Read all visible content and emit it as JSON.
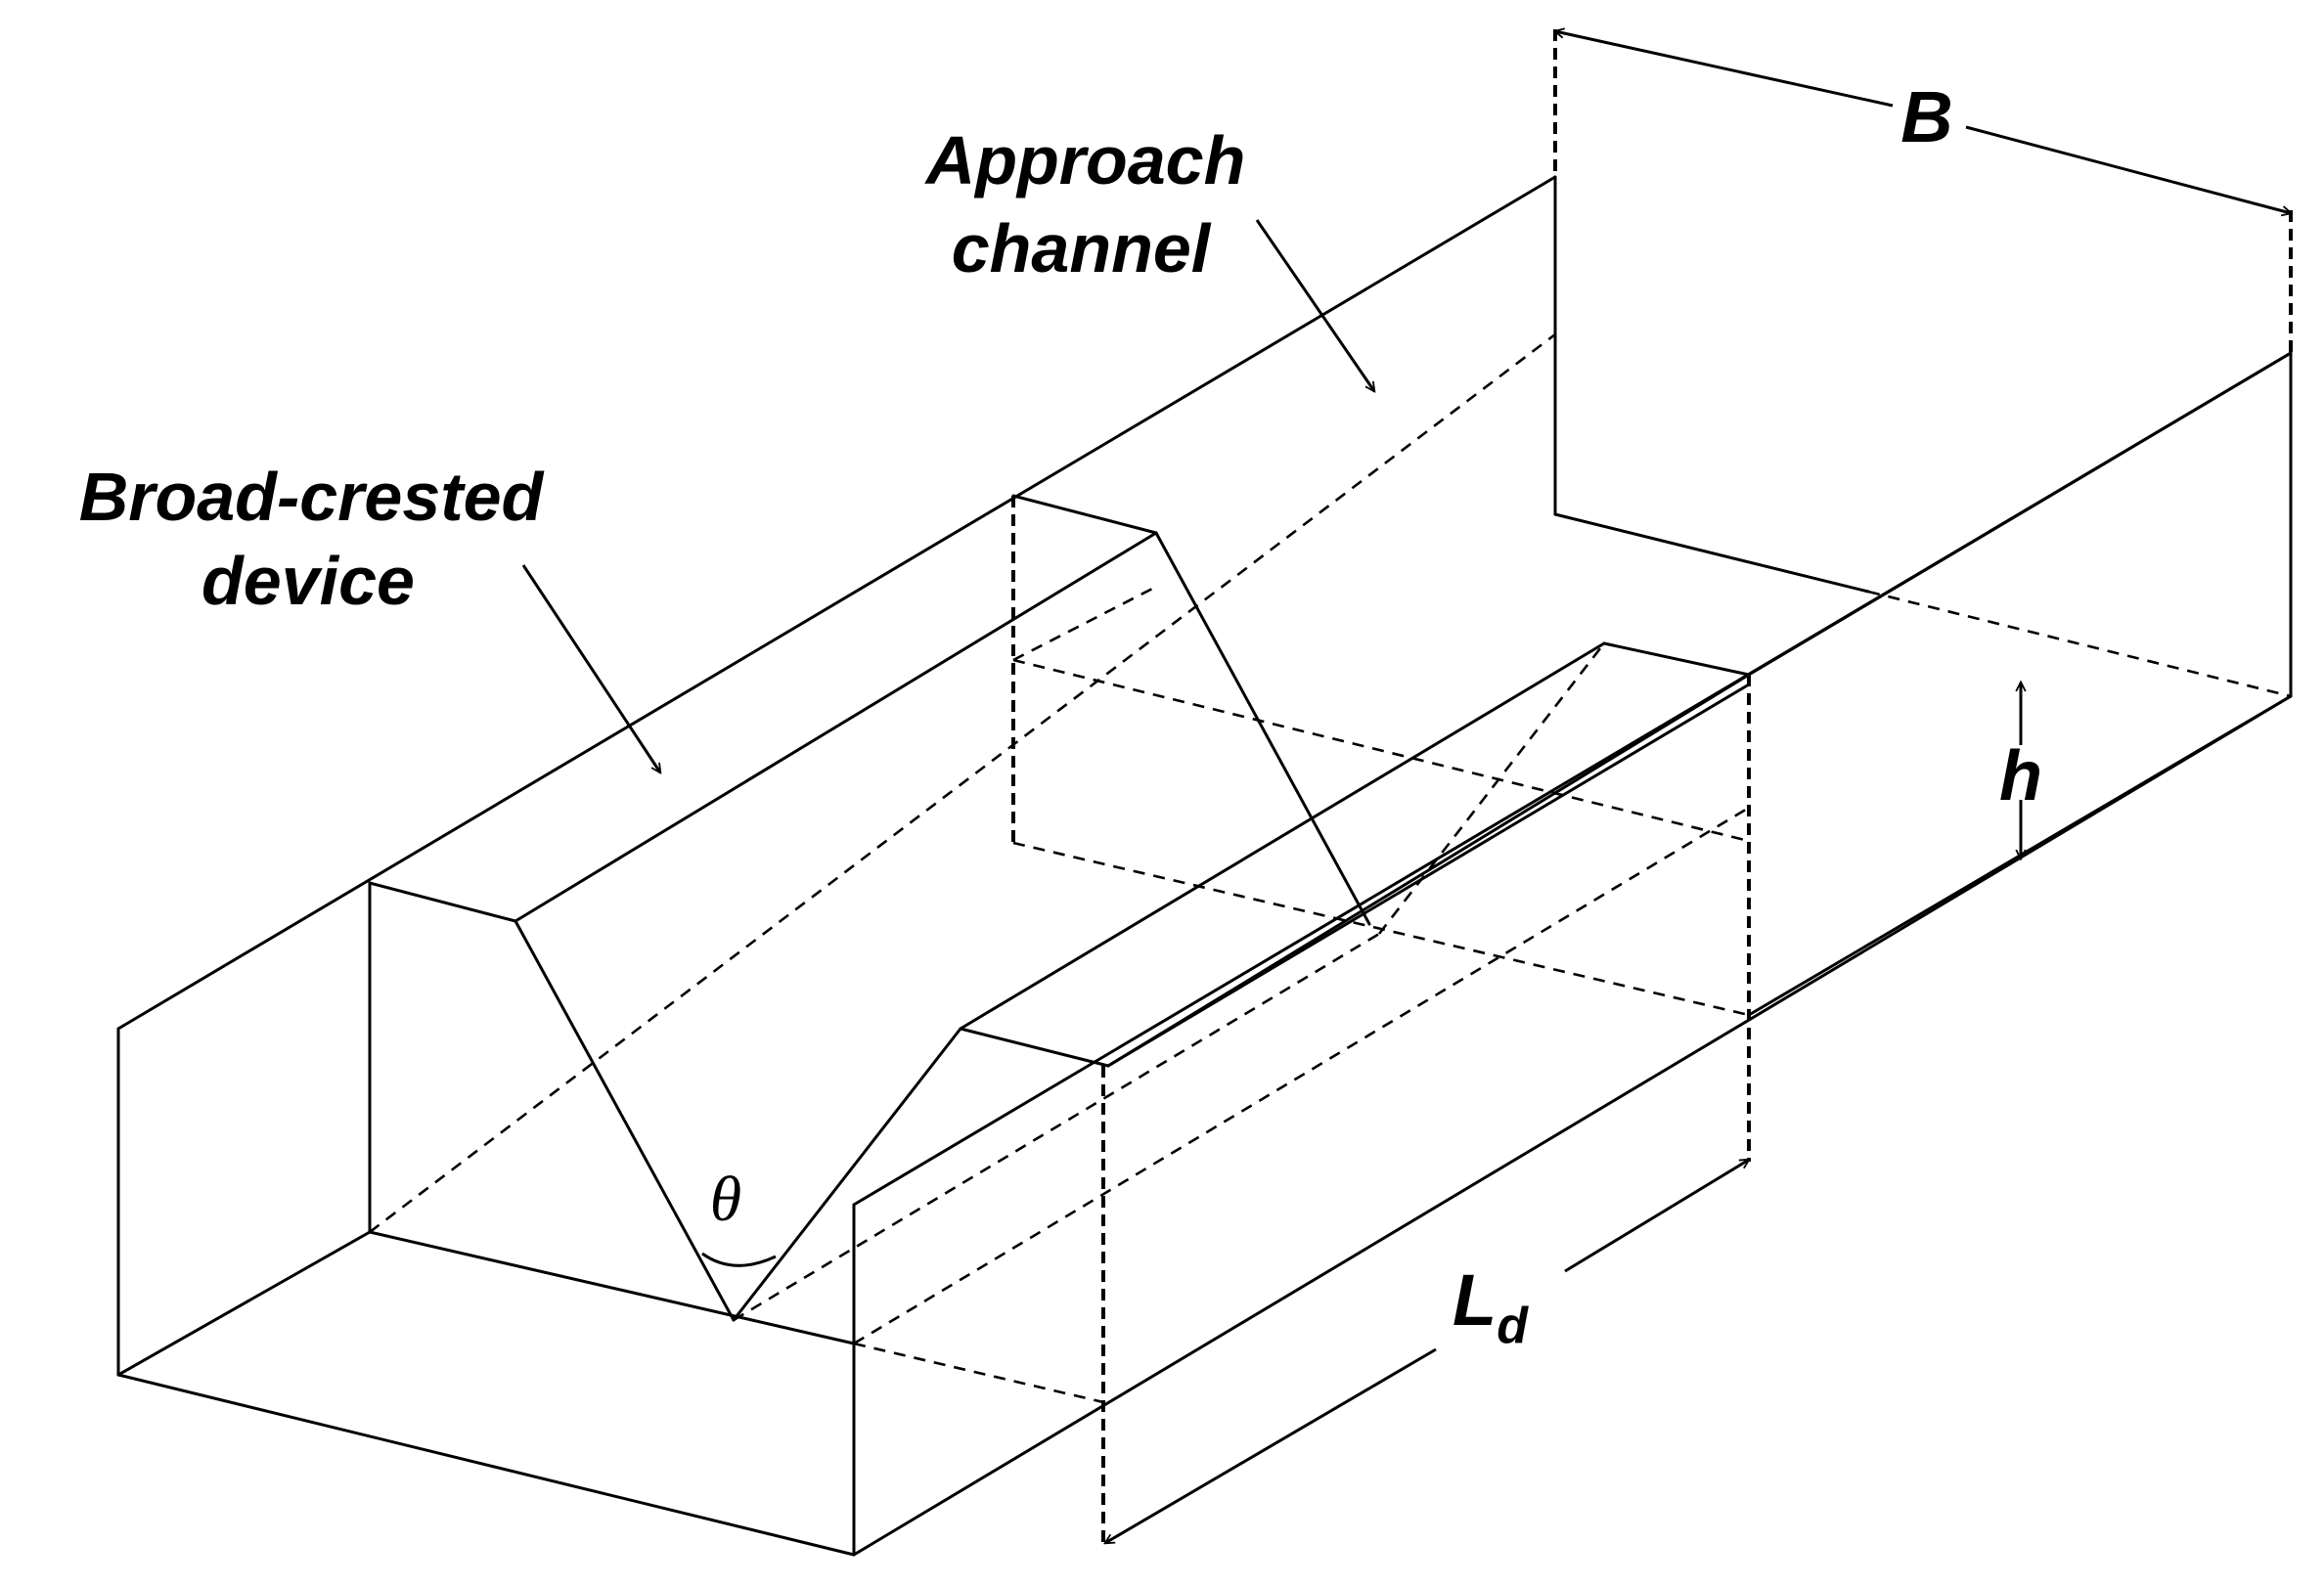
{
  "labels": {
    "approach_line1": "Approach",
    "approach_line2": "channel",
    "device_line1": "Broad-crested",
    "device_line2": "device",
    "width_symbol": "B",
    "depth_symbol": "h",
    "length_symbol": "L",
    "length_subscript": "d",
    "angle_symbol": "θ"
  }
}
